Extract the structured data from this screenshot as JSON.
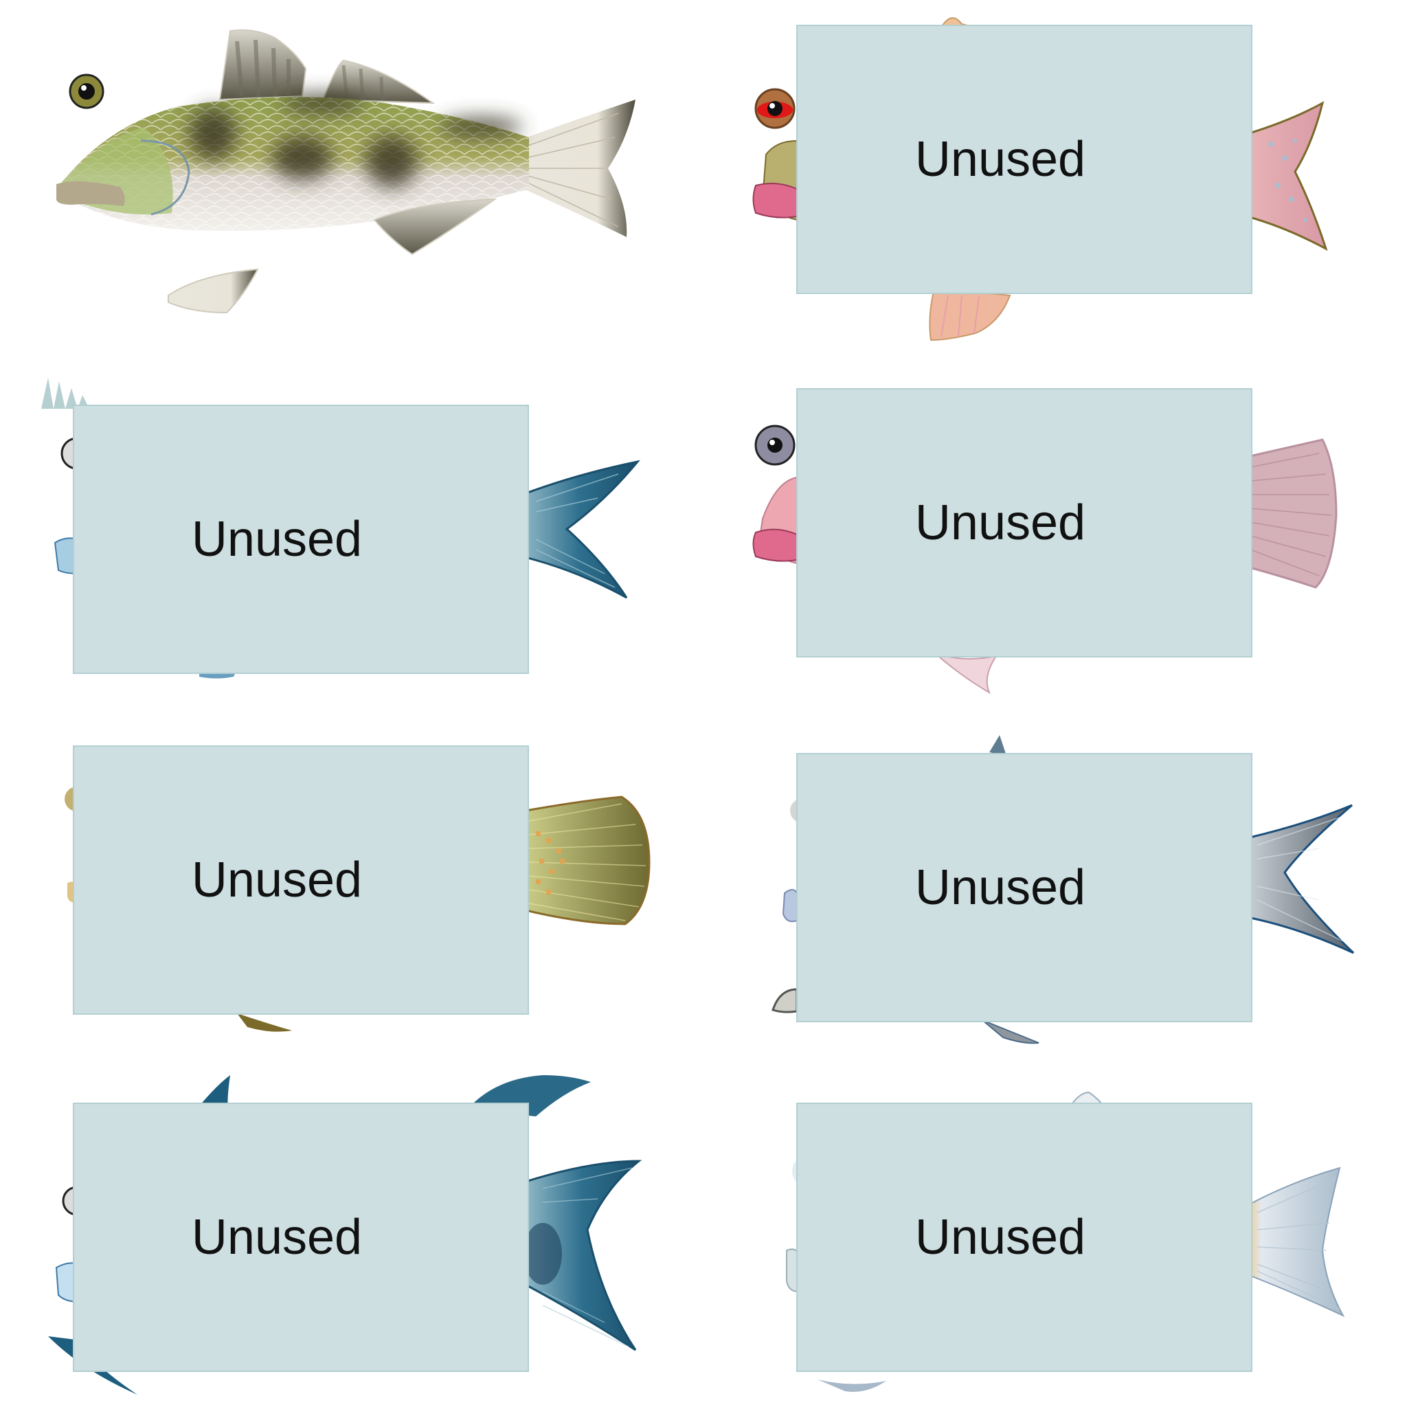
{
  "panels": [
    {
      "label": "Unused"
    },
    {
      "label": "Unused"
    },
    {
      "label": "Unused"
    },
    {
      "label": "Unused"
    },
    {
      "label": "Unused"
    },
    {
      "label": "Unused"
    },
    {
      "label": "Unused"
    }
  ],
  "fish": [
    {
      "name": "green-bass-fish",
      "body": "#a7a878",
      "fin": "#e9e6db",
      "eye": "#8c8a3a"
    },
    {
      "name": "pink-wrasse-fish",
      "body": "#e1a5a8",
      "fin": "#e5a7ad",
      "eye": "#b07040"
    },
    {
      "name": "blue-fish",
      "body": "#2f6d8a",
      "fin": "#1f5a78",
      "eye": "#444"
    },
    {
      "name": "mauve-fish",
      "body": "#d9a7b3",
      "fin": "#d4b0b8",
      "eye": "#8e8ca0"
    },
    {
      "name": "olive-fish",
      "body": "#8a8a48",
      "fin": "#7c7a3a",
      "eye": "#777"
    },
    {
      "name": "gray-fish",
      "body": "#8c949c",
      "fin": "#8f969c",
      "eye": "#ccc"
    },
    {
      "name": "tuna-fish",
      "body": "#2a6a88",
      "fin": "#1d5d7e",
      "eye": "#444"
    },
    {
      "name": "silver-fish",
      "body": "#c9d6df",
      "fin": "#b9c8d6",
      "eye": "#ddd"
    }
  ]
}
